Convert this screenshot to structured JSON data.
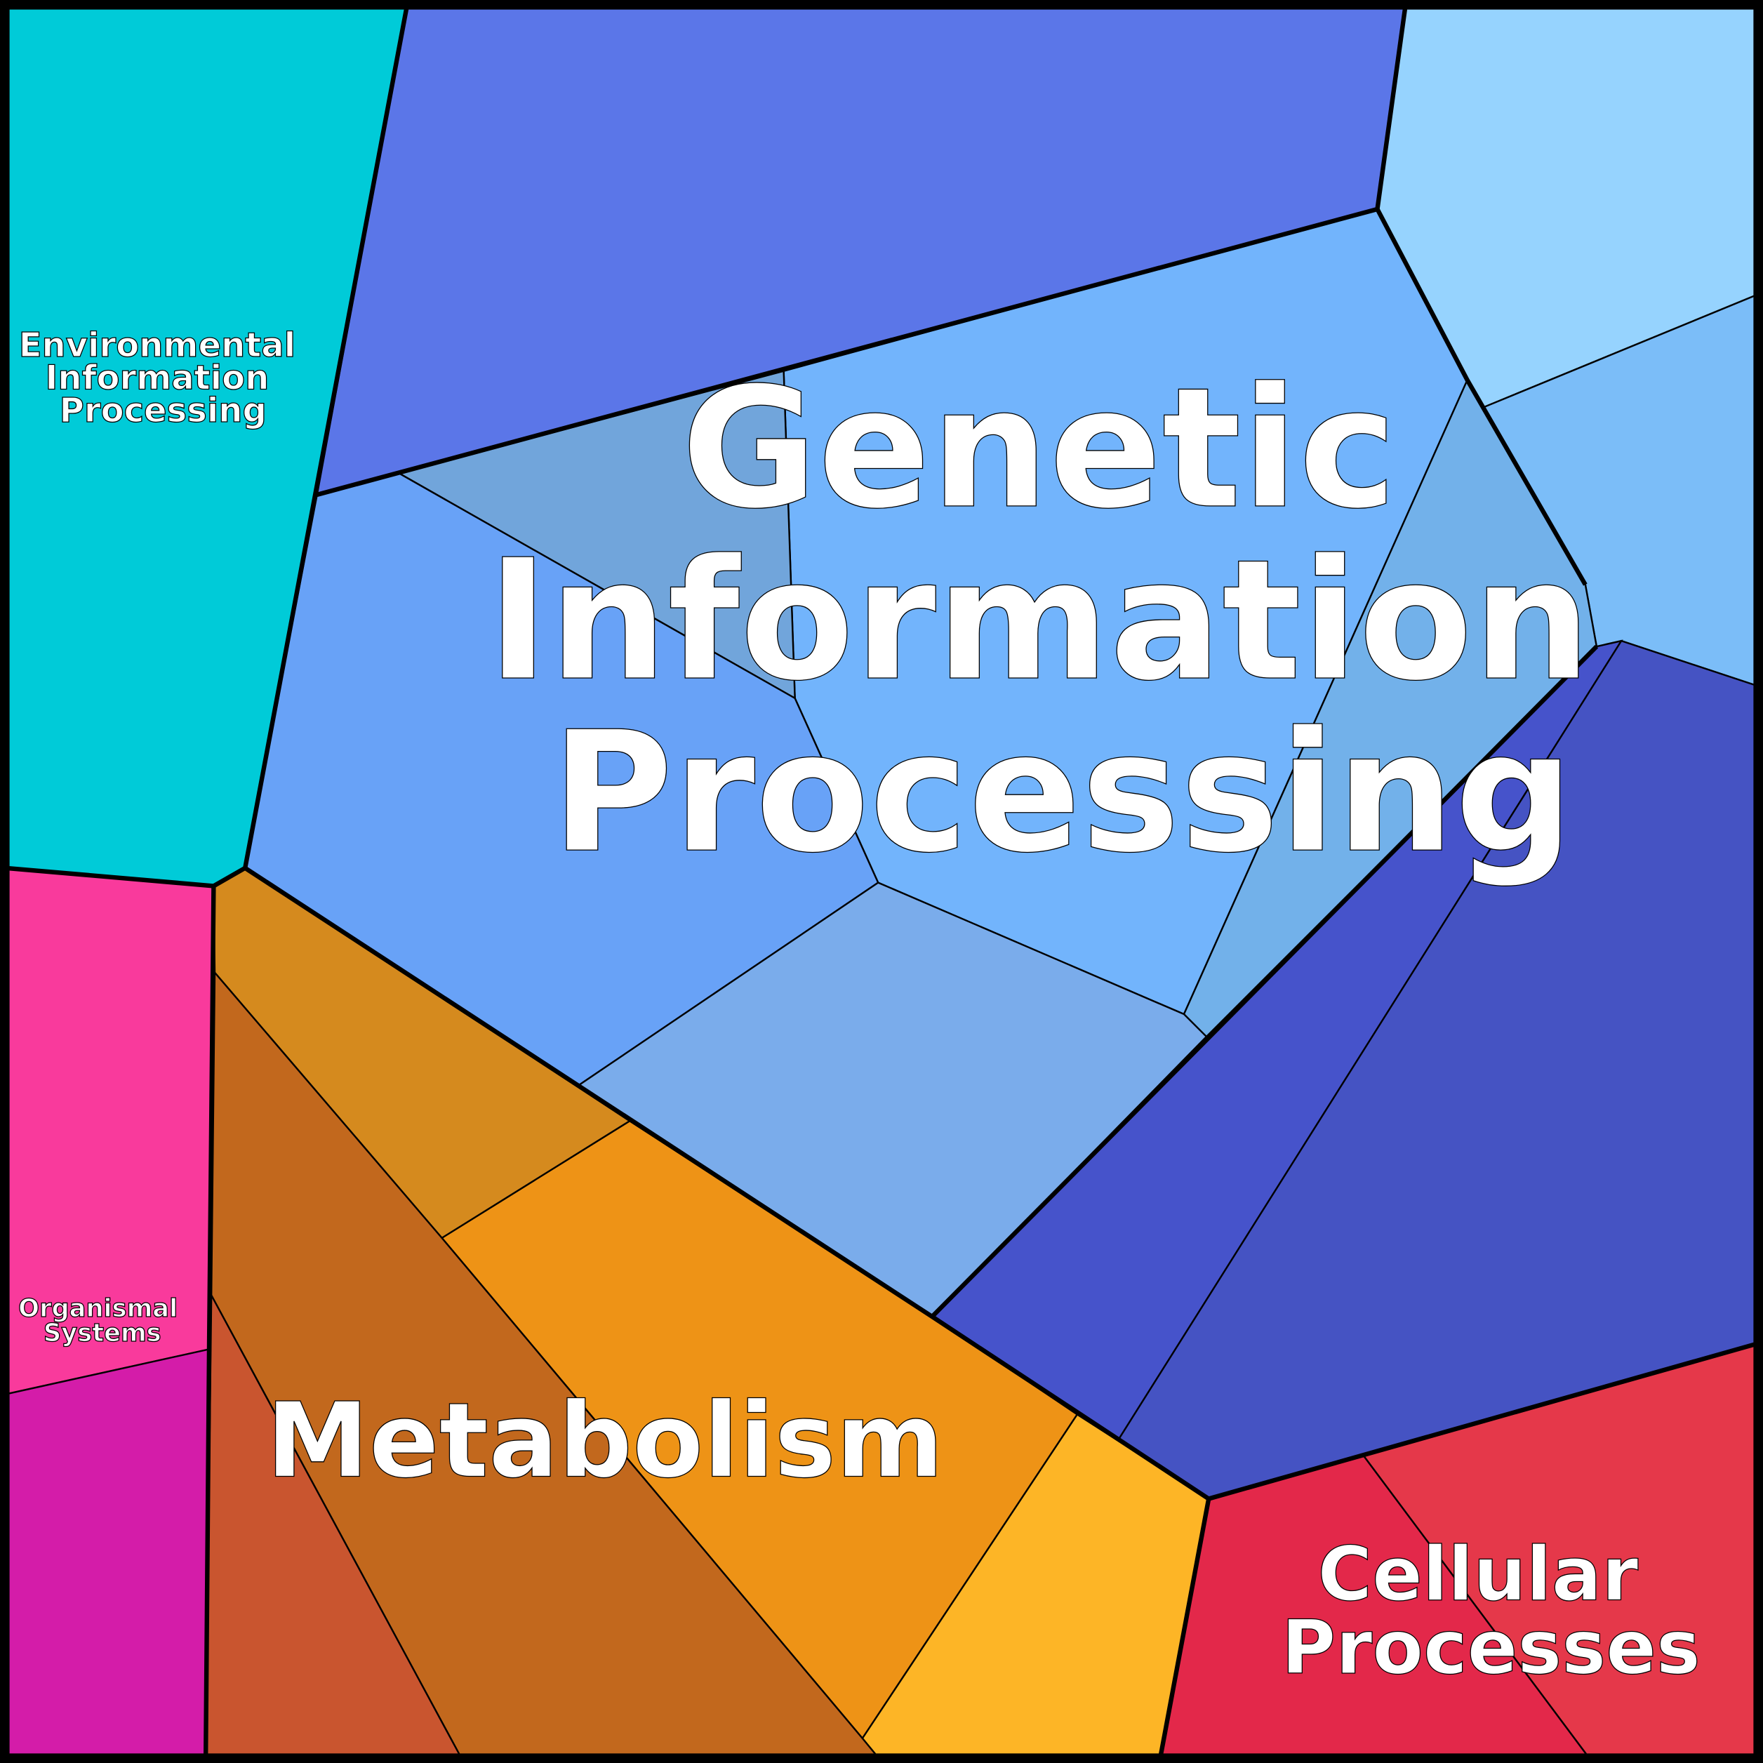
{
  "title": "Voronoi treemap of KEGG pathway categories",
  "categories": [
    {
      "id": "env",
      "label_lines": [
        "Environmental",
        "Information",
        "Processing"
      ]
    },
    {
      "id": "genetic",
      "label_lines": [
        "Genetic",
        "Information",
        "Processing"
      ]
    },
    {
      "id": "metabolism",
      "label_lines": [
        "Metabolism"
      ]
    },
    {
      "id": "cellular",
      "label_lines": [
        "Cellular",
        "Processes"
      ]
    },
    {
      "id": "organismal",
      "label_lines": [
        "Organismal",
        "Systems"
      ]
    }
  ],
  "cell_colors": {
    "env": "#00CBD8",
    "gen_top": "#5B76E8",
    "gen_topright": "#96D3FE",
    "gen_right": "#7BBDF8",
    "gen_center": "#72B4FC",
    "gen_gray": "#71A5DB",
    "gen_left": "#68A2F7",
    "gen_mid_right": "#72B1EA",
    "gen_bottom": "#7AACEB",
    "gen_dark1": "#4653CB",
    "gen_dark2": "#4553C3",
    "cell_red1": "#E3284A",
    "cell_red2": "#E5384A",
    "met_yellow": "#FDB526",
    "met_orange": "#EE9316",
    "met_ochre": "#D58A1E",
    "met_brown": "#C2681D",
    "met_rust": "#C9552F",
    "org_pink": "#F93A9C",
    "org_magenta": "#D41CA9"
  }
}
